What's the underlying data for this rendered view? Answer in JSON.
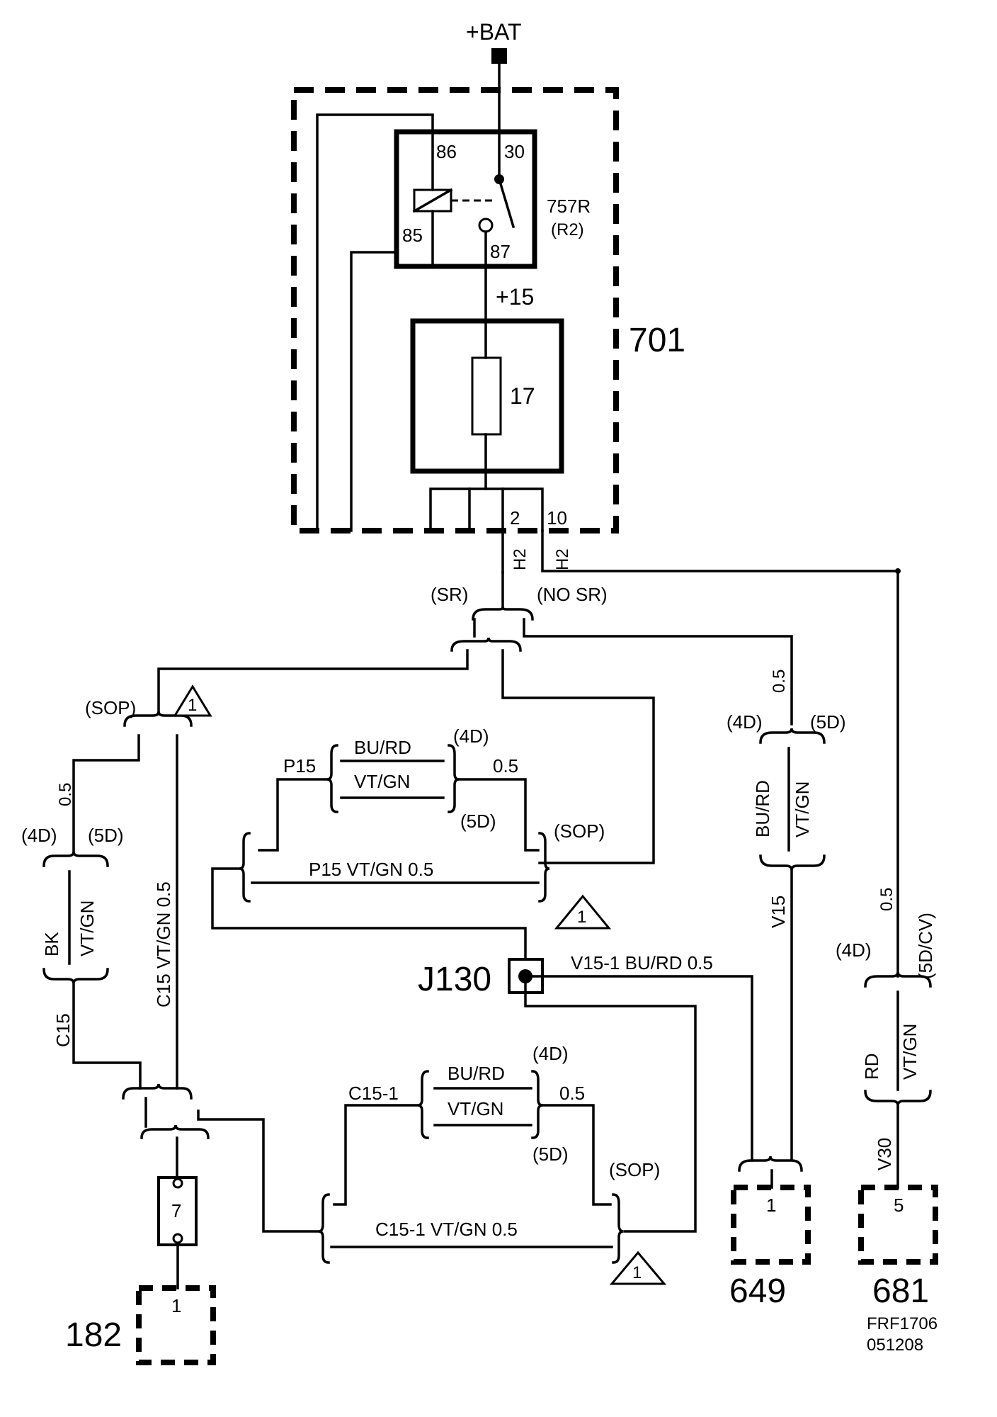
{
  "battery": "+BAT",
  "relay": {
    "ref": "757R",
    "alt": "(R2)",
    "pin86": "86",
    "pin30": "30",
    "pin85": "85",
    "pin87": "87"
  },
  "plus15": "+15",
  "fuse": "17",
  "box701": "701",
  "pin2": "2",
  "pin10": "10",
  "h2a": "H2",
  "h2b": "H2",
  "sr": "(SR)",
  "nosr": "(NO SR)",
  "sop_top": "(SOP)",
  "tri1": "1",
  "tri2": "1",
  "tri3": "1",
  "left_branch": {
    "size": "0.5",
    "d4": "(4D)",
    "d5": "(5D)",
    "bk": "BK",
    "vtgn": "VT/GN",
    "c15": "C15",
    "c15_long": "C15  VT/GN  0.5"
  },
  "p15_group": {
    "p15": "P15",
    "burd": "BU/RD",
    "vtgn": "VT/GN",
    "d4": "(4D)",
    "d5": "(5D)",
    "size": "0.5",
    "sop": "(SOP)",
    "line": "P15   VT/GN   0.5"
  },
  "j130": {
    "label": "J130",
    "wire": "V15-1  BU/RD  0.5"
  },
  "v15_branch": {
    "size": "0.5",
    "d4": "(4D)",
    "d5": "(5D)",
    "burd": "BU/RD",
    "vtgn": "VT/GN",
    "v15": "V15"
  },
  "v30_branch": {
    "size": "0.5",
    "d5cv": "(5D/CV)",
    "d4": "(4D)",
    "rd": "RD",
    "vtgn": "VT/GN",
    "v30": "V30"
  },
  "c151_group": {
    "c151": "C15-1",
    "burd": "BU/RD",
    "vtgn": "VT/GN",
    "d4": "(4D)",
    "d5": "(5D)",
    "size": "0.5",
    "sop": "(SOP)",
    "line": "C15-1 VT/GN  0.5"
  },
  "connector7": "7",
  "comp182": {
    "pin": "1",
    "label": "182"
  },
  "comp649": {
    "pin": "1",
    "label": "649"
  },
  "comp681": {
    "pin": "5",
    "label": "681"
  },
  "ref": {
    "code": "FRF1706",
    "date": "051208"
  }
}
